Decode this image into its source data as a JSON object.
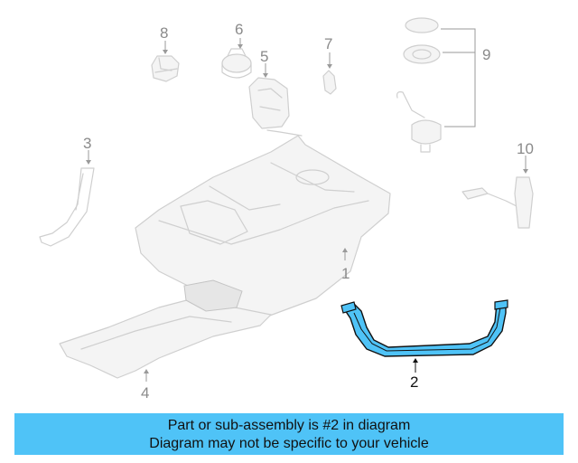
{
  "diagram": {
    "callouts": {
      "c1": "1",
      "c2": "2",
      "c3": "3",
      "c4": "4",
      "c5": "5",
      "c6": "6",
      "c7": "7",
      "c8": "8",
      "c9": "9",
      "c10": "10"
    },
    "highlight_color": "#4fc3f7",
    "highlighted_part": "2"
  },
  "caption": {
    "line1": "Part or sub-assembly is #2 in diagram",
    "line2": "Diagram may not be specific to your vehicle",
    "background": "#4fc3f7"
  }
}
